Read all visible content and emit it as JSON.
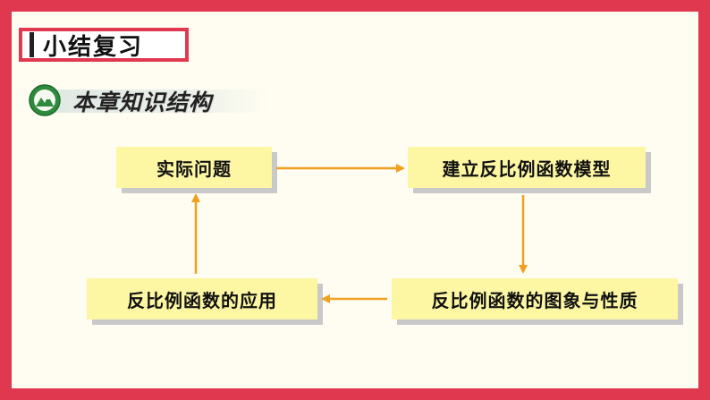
{
  "header": {
    "title": "小结复习"
  },
  "section": {
    "title": "本章知识结构",
    "icon": "mountain-icon"
  },
  "flow": {
    "nodes": [
      {
        "id": "actual-problem",
        "label": "实际问题"
      },
      {
        "id": "build-model",
        "label": "建立反比例函数模型"
      },
      {
        "id": "graph-properties",
        "label": "反比例函数的图象与性质"
      },
      {
        "id": "application",
        "label": "反比例函数的应用"
      }
    ],
    "edges": [
      {
        "from": "实际问题",
        "to": "建立反比例函数模型"
      },
      {
        "from": "建立反比例函数模型",
        "to": "反比例函数的图象与性质"
      },
      {
        "from": "反比例函数的图象与性质",
        "to": "反比例函数的应用"
      },
      {
        "from": "反比例函数的应用",
        "to": "实际问题"
      }
    ]
  },
  "colors": {
    "frame": "#e0384f",
    "node_fill": "#fdf7a4",
    "arrow": "#f0a020",
    "icon": "#2e8b3e"
  }
}
